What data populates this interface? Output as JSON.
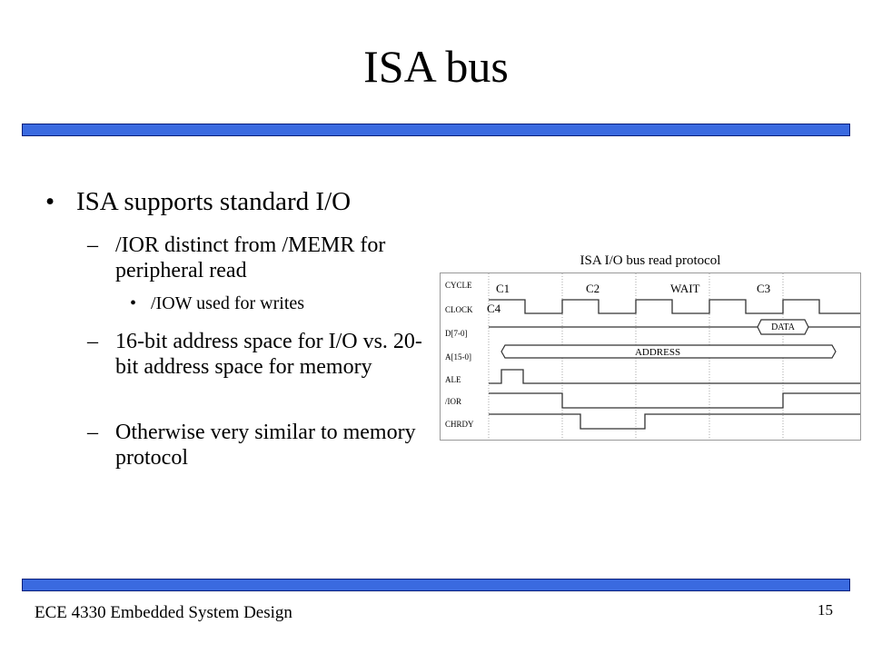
{
  "slide": {
    "title": "ISA bus",
    "bullets": [
      {
        "text": "ISA supports standard I/O",
        "sub": [
          {
            "text": "/IOR distinct from /MEMR for peripheral read",
            "sub": [
              {
                "text": "/IOW used for writes"
              }
            ]
          },
          {
            "text": "16-bit address space for I/O vs. 20-bit address space for memory"
          },
          {
            "text": "Otherwise very similar to memory protocol"
          }
        ]
      }
    ],
    "footer": {
      "course": "ECE 4330 Embedded System Design",
      "page_number": "15"
    },
    "colors": {
      "accent_bar": "#3a6ae0",
      "accent_bar_border": "#0a1f7a"
    }
  },
  "diagram": {
    "caption": "ISA I/O bus read protocol",
    "signals": [
      "CYCLE",
      "CLOCK",
      "D[7-0]",
      "A[15-0]",
      "ALE",
      "/IOR",
      "CHRDY"
    ],
    "cycle_labels": [
      "C1",
      "C2",
      "WAIT",
      "C3",
      "C4"
    ],
    "bus_labels": {
      "data": "DATA",
      "address": "ADDRESS"
    }
  }
}
